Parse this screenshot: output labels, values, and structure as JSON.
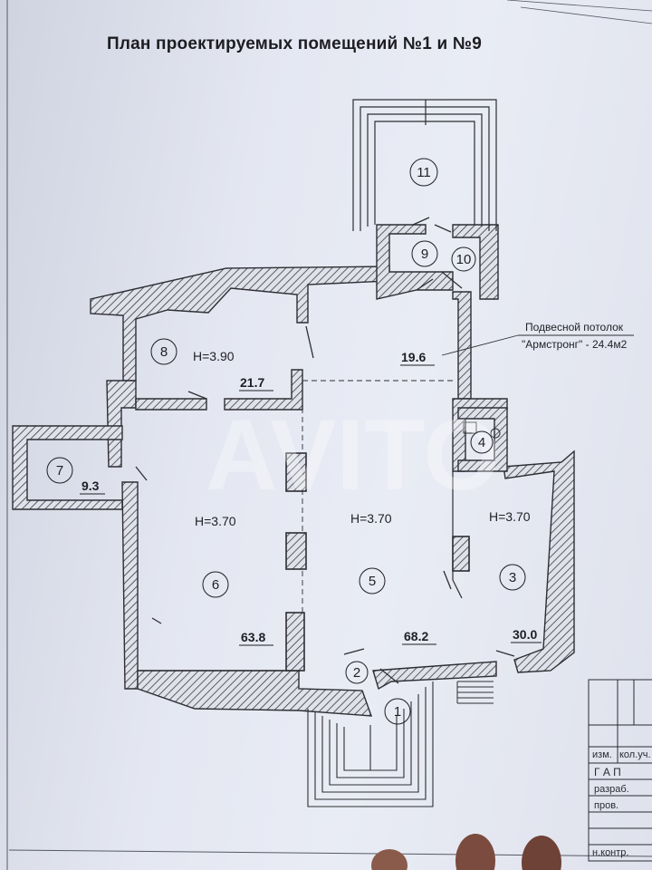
{
  "title": "План проектируемых помещений №1 и №9",
  "rooms": [
    {
      "number": "1"
    },
    {
      "number": "2"
    },
    {
      "number": "3"
    },
    {
      "number": "4"
    },
    {
      "number": "5"
    },
    {
      "number": "6"
    },
    {
      "number": "7"
    },
    {
      "number": "8"
    },
    {
      "number": "9"
    },
    {
      "number": "10"
    },
    {
      "number": "11"
    }
  ],
  "areas": {
    "r8": "21.7",
    "r9": "19.6",
    "r7": "9.3",
    "r6": "63.8",
    "r5": "68.2",
    "r3": "30.0"
  },
  "heights": {
    "r8": "H=3.90",
    "r6": "H=3.70",
    "r5": "H=3.70",
    "r3": "H=3.70"
  },
  "annotation": {
    "line1": "Подвесной потолок",
    "line2": "\"Армстронг\" - 24.4м2"
  },
  "title_block": {
    "izm": "изм.",
    "kol_uch": "кол.уч.",
    "gap": "Г А П",
    "razrab": "разраб.",
    "prov": "пров.",
    "n_kontr": "н.контр."
  },
  "watermark": "AVITO",
  "colors": {
    "wall": "#3a3a40",
    "paper": "#e6e9f2",
    "ink": "#1f1f25"
  }
}
